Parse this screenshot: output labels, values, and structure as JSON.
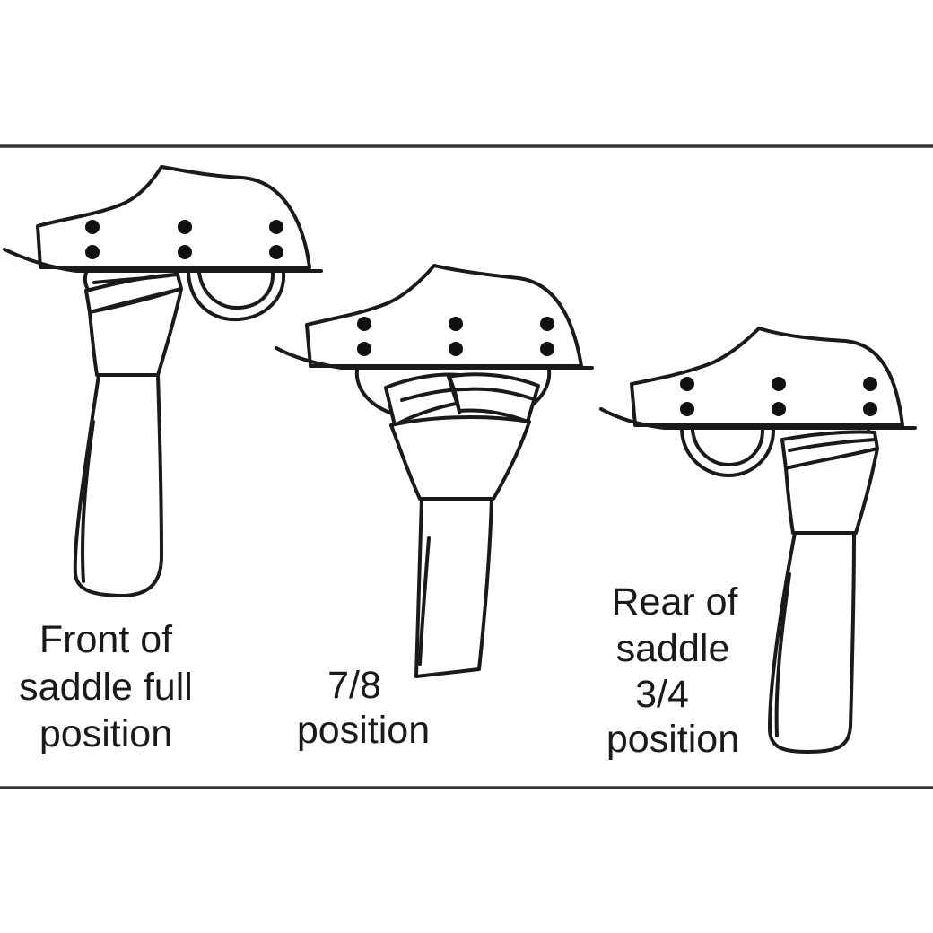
{
  "figures": [
    {
      "id": "front",
      "caption_lines": [
        "Front of",
        "saddle full",
        "position"
      ]
    },
    {
      "id": "seven-eighths",
      "caption_lines": [
        "7/8",
        "position"
      ]
    },
    {
      "id": "rear",
      "caption_lines": [
        "Rear of",
        "saddle",
        "3/4",
        "position"
      ]
    }
  ]
}
